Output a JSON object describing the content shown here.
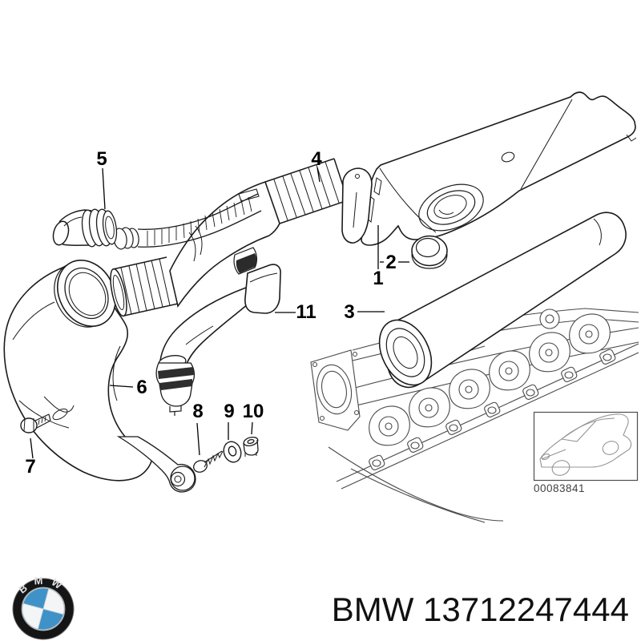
{
  "diagram": {
    "callouts": [
      {
        "label": "1"
      },
      {
        "label": "2"
      },
      {
        "label": "3"
      },
      {
        "label": "4"
      },
      {
        "label": "5"
      },
      {
        "label": "6"
      },
      {
        "label": "7"
      },
      {
        "label": "8"
      },
      {
        "label": "9"
      },
      {
        "label": "10"
      },
      {
        "label": "11"
      }
    ],
    "thumbnail_code": "00083841"
  },
  "footer": {
    "caption": "BMW 13712247444",
    "logo_letters": "BMW"
  },
  "colors": {
    "line": "#1b1b1b",
    "manifold_line": "#4a4a4a",
    "car_line": "#959595",
    "roundel_blue": "#3f92c8",
    "roundel_ring": "#151515",
    "caption_color": "#111111"
  }
}
